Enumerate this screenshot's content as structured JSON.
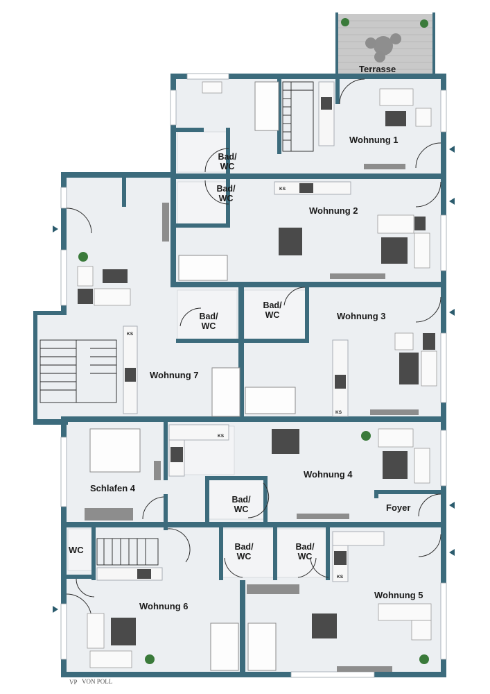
{
  "labels": {
    "terrasse": "Terrasse",
    "wohnung1": "Wohnung 1",
    "bad1": "Bad/\nWC",
    "wohnung2": "Wohnung 2",
    "bad2": "Bad/\nWC",
    "wohnung3": "Wohnung 3",
    "bad3a": "Bad/\nWC",
    "bad3b": "Bad/\nWC",
    "wohnung7": "Wohnung 7",
    "wohnung4": "Wohnung 4",
    "schlafen4": "Schlafen 4",
    "bad4": "Bad/\nWC",
    "foyer": "Foyer",
    "wc6": "WC",
    "bad5a": "Bad/\nWC",
    "bad5b": "Bad/\nWC",
    "wohnung6": "Wohnung 6",
    "wohnung5": "Wohnung 5",
    "ks": "KS"
  },
  "logo": {
    "mark": "VP",
    "name": "VON POLL"
  }
}
